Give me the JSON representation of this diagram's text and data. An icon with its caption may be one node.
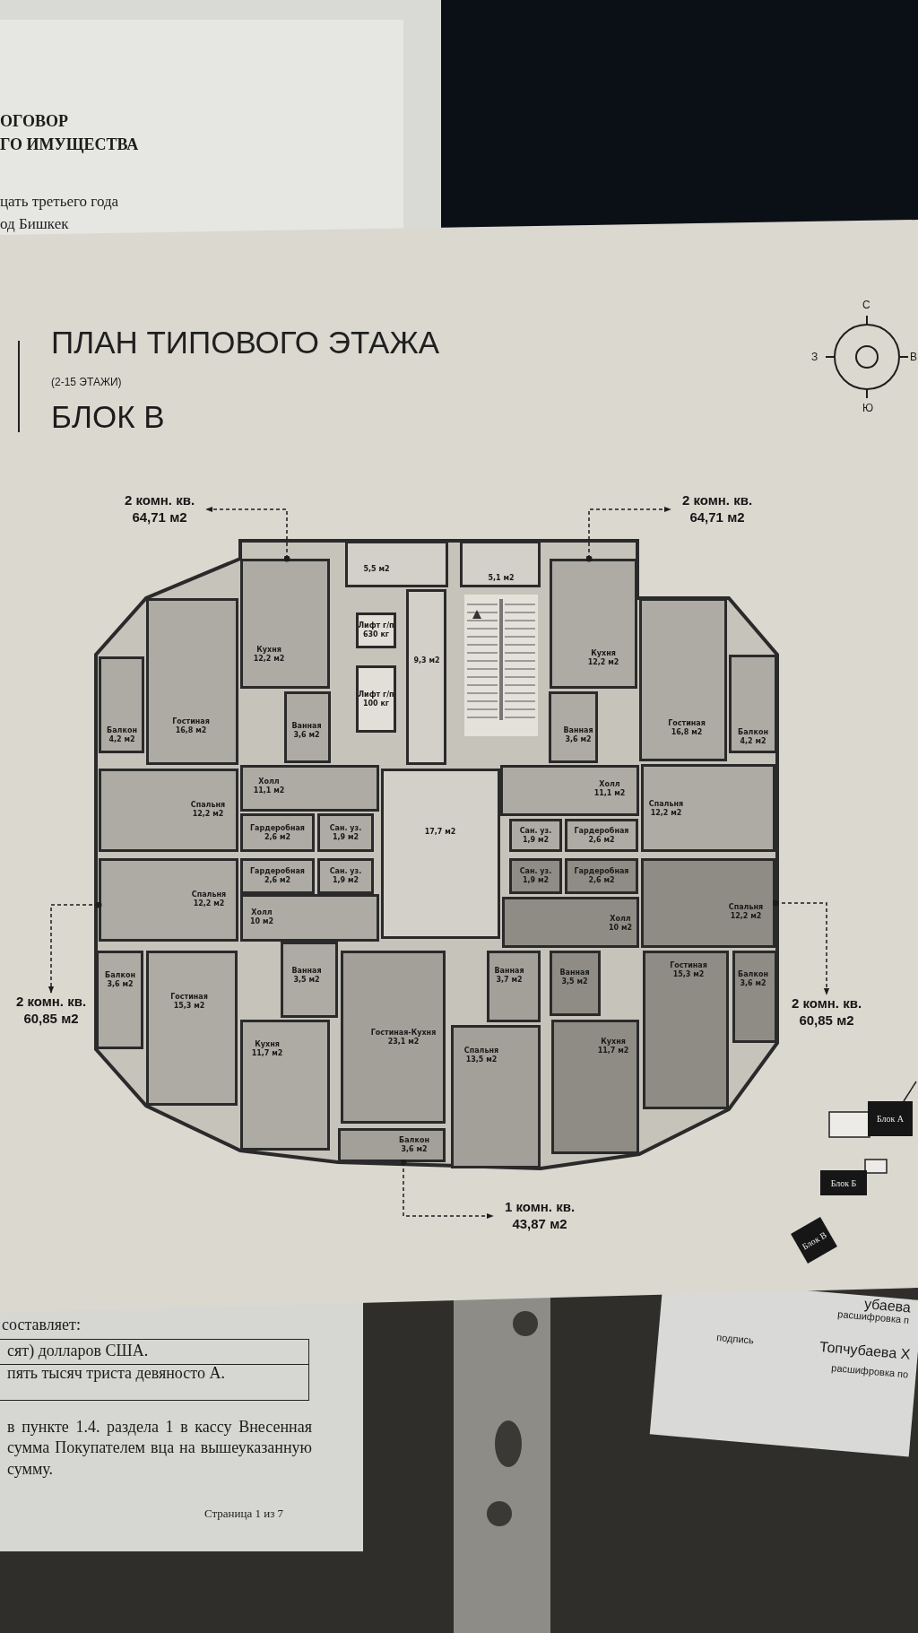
{
  "diagram": {
    "title": "ПЛАН ТИПОВОГО ЭТАЖА",
    "nodes": [
      {
        "text": [
          "2 комн. кв. 64,71 м2"
        ]
      },
      {
        "text": [
          "2 комн. кв. 64,71 м2"
        ]
      },
      {
        "text": [
          "Кухня",
          "12,2 м2"
        ]
      },
      {
        "text": [
          "Гостиная",
          "16,8 м2"
        ]
      },
      {
        "text": [
          "Балкон",
          "4,2 м2"
        ]
      },
      {
        "text": [
          "Ванная",
          "3,6 м2"
        ]
      },
      {
        "text": [
          "Холл",
          "11,1 м2"
        ]
      },
      {
        "text": [
          "Спальня",
          "12,2 м2"
        ]
      },
      {
        "text": [
          "Гардеробная",
          "2,6 м2"
        ]
      },
      {
        "text": [
          "Сан. уз.",
          "1,9 м2"
        ]
      },
      {
        "text": [
          "5,5 м2"
        ]
      },
      {
        "text": [
          "5,1 м2"
        ]
      },
      {
        "text": [
          "Лифт г/п",
          "630 кг"
        ]
      },
      {
        "text": [
          "Лифт г/п",
          "100 кг"
        ]
      },
      {
        "text": [
          "9,3 м2"
        ]
      },
      {
        "text": [
          "Кухня",
          "12,2 м2"
        ]
      },
      {
        "text": [
          "Гостиная",
          "16,8 м2"
        ]
      },
      {
        "text": [
          "Балкон",
          "4,2 м2"
        ]
      },
      {
        "text": [
          "Ванная",
          "3,6 м2"
        ]
      },
      {
        "text": [
          "Холл",
          "11,1 м2"
        ]
      },
      {
        "text": [
          "Спальня",
          "12,2 м2"
        ]
      },
      {
        "text": [
          "Сан. уз.",
          "1,9 м2"
        ]
      },
      {
        "text": [
          "Гардеробная",
          "2,6 м2"
        ]
      },
      {
        "text": [
          "17,7 м2"
        ]
      },
      {
        "text": [
          "2 комн. кв. 60,85 м2"
        ]
      },
      {
        "text": [
          "Спальня",
          "12,2 м2"
        ]
      },
      {
        "text": [
          "Гардеробная",
          "2,6 м2"
        ]
      },
      {
        "text": [
          "Сан. уз.",
          "1,9 м2"
        ]
      },
      {
        "text": [
          "Холл",
          "10 м2"
        ]
      },
      {
        "text": [
          "Ванная",
          "3,5 м2"
        ]
      },
      {
        "text": [
          "Балкон",
          "3,6 м2"
        ]
      },
      {
        "text": [
          "Гостиная",
          "15,3 м2"
        ]
      },
      {
        "text": [
          "Кухня",
          "11,7 м2"
        ]
      },
      {
        "text": [
          "2 комн. кв. 60,85 м2"
        ]
      },
      {
        "text": [
          "Сан. уз.",
          "1,9 м2"
        ]
      },
      {
        "text": [
          "Гардеробная",
          "2,6 м2"
        ]
      },
      {
        "text": [
          "Спальня",
          "12,2 м2"
        ]
      },
      {
        "text": [
          "Холл",
          "10 м2"
        ]
      },
      {
        "text": [
          "Ванная",
          "3,5 м2"
        ]
      },
      {
        "text": [
          "Гостиная",
          "15,3 м2"
        ]
      },
      {
        "text": [
          "Балкон",
          "3,6 м2"
        ]
      },
      {
        "text": [
          "Кухня",
          "11,7 м2"
        ]
      },
      {
        "text": [
          "Гостиная-Кухня",
          "23,1 м2"
        ]
      },
      {
        "text": [
          "Ванная",
          "3,7 м2"
        ]
      },
      {
        "text": [
          "Спальня",
          "13,5 м2"
        ]
      },
      {
        "text": [
          "Балкон",
          "3,6 м2"
        ]
      },
      {
        "text": [
          "Блок А"
        ]
      },
      {
        "text": [
          "Блок Б"
        ]
      },
      {
        "text": [
          "1 комн. кв. 43,87 м2"
        ]
      },
      {
        "text": [
          "Блок В"
        ]
      }
    ],
    "edges": [
      {
        "from": 2,
        "to": 0,
        "arrow": "to",
        "style": "dashed"
      },
      {
        "from": 15,
        "to": 1,
        "arrow": "to",
        "style": "dashed"
      },
      {
        "from": 25,
        "to": 24,
        "arrow": "to",
        "style": "dashed"
      },
      {
        "from": 36,
        "to": 33,
        "arrow": "to",
        "style": "dashed"
      },
      {
        "from": 45,
        "to": 48,
        "arrow": "to",
        "style": "dashed"
      }
    ],
    "labels": [
      "ОГОВОР",
      "ГО ИМУЩЕСТВА",
      "цать третьего года",
      "од Бишкек",
      "С",
      "З",
      "В",
      "(2-15 ЭТАЖИ)",
      "Ю",
      "БЛОК В",
      "составляет:",
      "сят) долларов США.",
      "пять тысяч триста девяносто А.",
      "в пункте 1.4. раздела 1 в кассу Внесенная сумма Покупателем вца на вышеуказанную сумму.",
      "Страница 1 из 7",
      "убаева",
      "расшифровка п",
      "подпись",
      "Топчубаева Х",
      "расшифровка по"
    ]
  }
}
